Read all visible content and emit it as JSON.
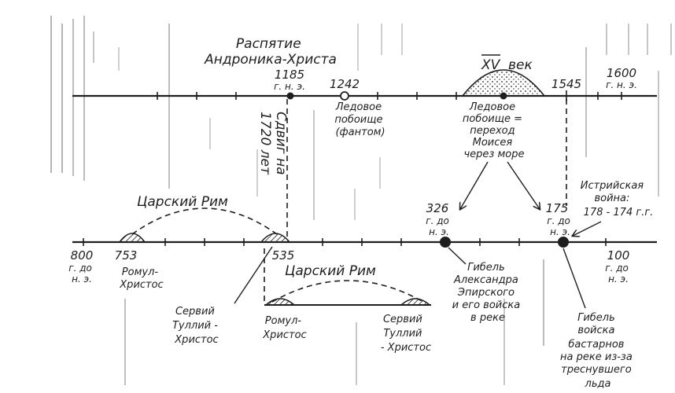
{
  "top_timeline": {
    "crucifixion": [
      "Распятие",
      "Андроника-Христа"
    ],
    "year_1185": "1185",
    "era_1185": "г. н. э.",
    "year_1242": "1242",
    "ice_battle_phantom": [
      "Ледовое",
      "побоище",
      "(фантом)"
    ],
    "century_label": "век",
    "century_numeral": "XV",
    "ice_battle_moses": [
      "Ледовое",
      "побоище =",
      "переход",
      "Моисея",
      "через море"
    ],
    "year_1545": "1545",
    "year_1600": "1600",
    "era_1600": "г. н. э.",
    "shift_label": [
      "Сдвиг на",
      "1720 лет"
    ]
  },
  "bottom_timeline": {
    "year_800": "800",
    "era_800": [
      "г. до",
      "н. э."
    ],
    "year_753": "753",
    "romulus_1": [
      "Ромул-",
      "Христос"
    ],
    "tsarist_rome_1": "Царский Рим",
    "year_535": "535",
    "servius_1": [
      "Сервий",
      "Туллий -",
      "Христос"
    ],
    "year_326": "326",
    "era_326": [
      "г. до",
      "н. э."
    ],
    "alexander_death": [
      "Гибель",
      "Александра",
      "Эпирского",
      "и его войска",
      "в реке"
    ],
    "year_175": "175",
    "era_175": [
      "г. до",
      "н. э."
    ],
    "istrian_war": [
      "Истрийская",
      "война:",
      "178 - 174 г.г."
    ],
    "bastarn_death": [
      "Гибель",
      "войска",
      "бастарнов",
      "на реке из-за",
      "треснувшего",
      "льда"
    ],
    "year_100": "100",
    "era_100": [
      "г. до",
      "н. э."
    ]
  },
  "lower_bracket": {
    "tsarist_rome_2": "Царский Рим",
    "romulus_2": [
      "Ромул-",
      "Христос"
    ],
    "servius_2": [
      "Сервий",
      "Туллий",
      "- Христос"
    ]
  },
  "colors": {
    "ink": "#1e1e1e",
    "paper": "#ffffff"
  }
}
